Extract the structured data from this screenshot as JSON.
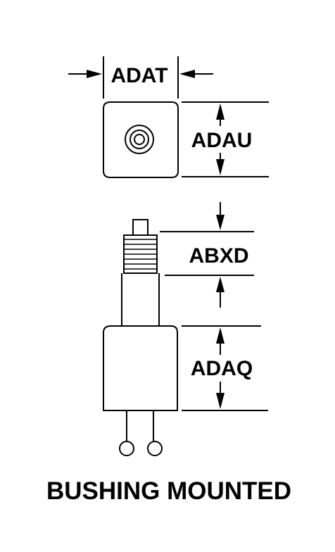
{
  "dimensions": {
    "adat": "ADAT",
    "adau": "ADAU",
    "abxd": "ABXD",
    "adaq": "ADAQ"
  },
  "caption": "BUSHING MOUNTED"
}
